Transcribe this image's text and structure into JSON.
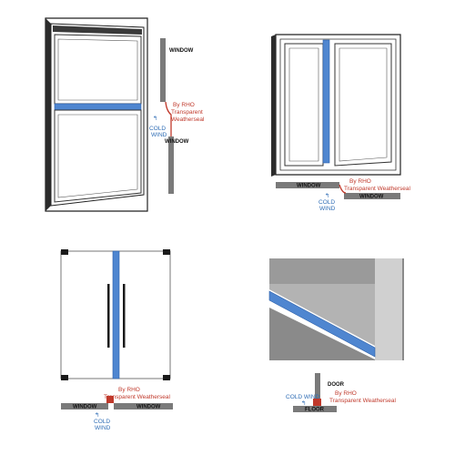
{
  "colors": {
    "seal": "#4f86d0",
    "seal_edge": "#2c5fa8",
    "wall": "#7a7a7a",
    "frame": "#2b2b2b",
    "red": "#c0392b",
    "blue": "#2f6db5"
  },
  "panel1": {
    "window_top": "WINDOW",
    "window_bottom": "WINDOW",
    "seal_line1": "By RHO",
    "seal_line2": "Transparent",
    "seal_line3": "Weatherseal",
    "wind_line1": "COLD",
    "wind_line2": "WIND"
  },
  "panel2": {
    "window_left": "WINDOW",
    "window_right": "WINDOW",
    "seal_line1": "By RHO",
    "seal_line2": "Transparent Weatherseal",
    "wind_line1": "COLD",
    "wind_line2": "WIND"
  },
  "panel3": {
    "window_left": "WINDOW",
    "window_right": "WINDOW",
    "seal_line1": "By RHO",
    "seal_line2": "Transparent Weatherseal",
    "wind_line1": "COLD",
    "wind_line2": "WIND"
  },
  "panel4": {
    "door": "DOOR",
    "floor": "FLOOR",
    "wind": "COLD WIND",
    "seal_line1": "By RHO",
    "seal_line2": "Transparent Weatherseal"
  }
}
